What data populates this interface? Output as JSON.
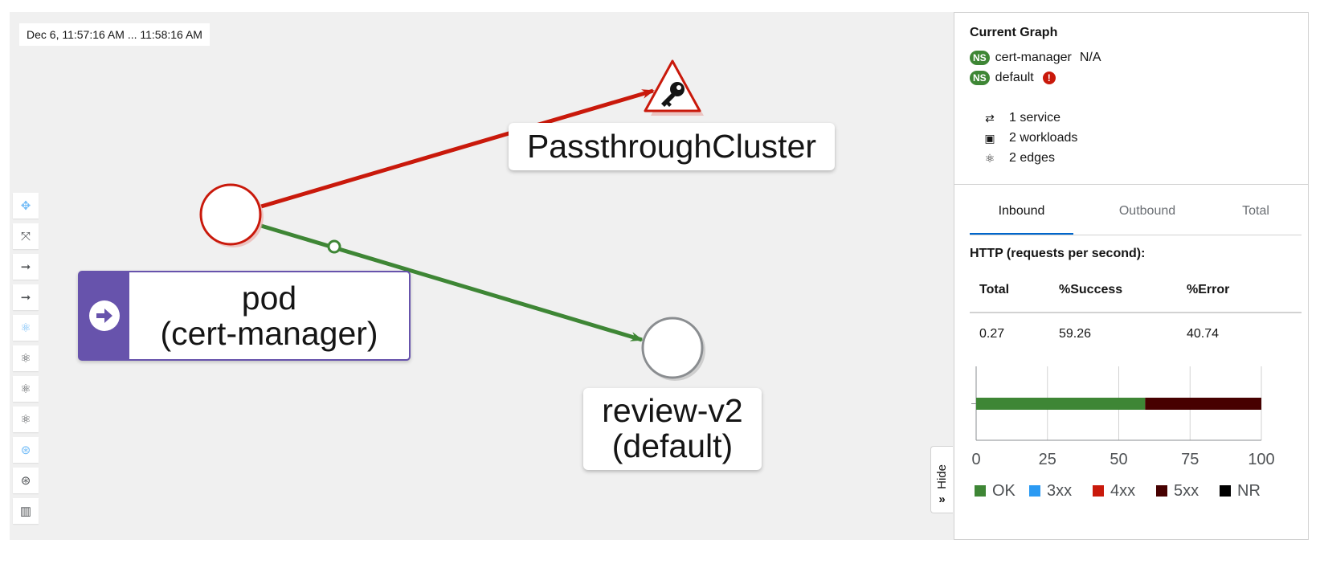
{
  "time_range": "Dec 6, 11:57:16 AM ... 11:58:16 AM",
  "graph": {
    "nodes": {
      "pod": {
        "line1": "pod",
        "line2": "(cert-manager)"
      },
      "passthrough": {
        "label": "PassthroughCluster"
      },
      "review": {
        "line1": "review-v2",
        "line2": "(default)"
      }
    },
    "edge_colors": {
      "error": "#c9190b",
      "ok": "#3e8635",
      "pod_border": "#6753ac"
    }
  },
  "toolbar": {
    "icons": [
      "pan-icon",
      "fit-icon",
      "arrow-right-icon",
      "arrow-right-icon",
      "layout-icon",
      "layout-icon",
      "layout-icon",
      "layout-icon",
      "cluster-icon",
      "cluster-icon",
      "legend-map-icon"
    ]
  },
  "hide_tab": {
    "label": "Hide"
  },
  "side_panel": {
    "title": "Current Graph",
    "namespaces": [
      {
        "badge": "NS",
        "name": "cert-manager",
        "status": "N/A"
      },
      {
        "badge": "NS",
        "name": "default",
        "status_icon": "!"
      }
    ],
    "stats": {
      "services": "1 service",
      "workloads": "2 workloads",
      "edges": "2 edges"
    },
    "tabs": [
      "Inbound",
      "Outbound",
      "Total"
    ],
    "active_tab": "Inbound",
    "http_title": "HTTP (requests per second):",
    "table": {
      "headers": [
        "Total",
        "%Success",
        "%Error"
      ],
      "values": [
        "0.27",
        "59.26",
        "40.74"
      ]
    }
  },
  "chart_data": {
    "type": "bar",
    "orientation": "horizontal",
    "stacked": true,
    "xlim": [
      0,
      100
    ],
    "ticks": [
      "0",
      "25",
      "50",
      "75",
      "100"
    ],
    "series": [
      {
        "name": "OK",
        "values": [
          59.26
        ],
        "color": "#3e8635"
      },
      {
        "name": "3xx",
        "values": [
          0
        ],
        "color": "#2b9af3"
      },
      {
        "name": "4xx",
        "values": [
          0
        ],
        "color": "#c9190b"
      },
      {
        "name": "5xx",
        "values": [
          40.74
        ],
        "color": "#470000"
      },
      {
        "name": "NR",
        "values": [
          0
        ],
        "color": "#000000"
      }
    ],
    "grid": true,
    "legend": "bottom"
  }
}
